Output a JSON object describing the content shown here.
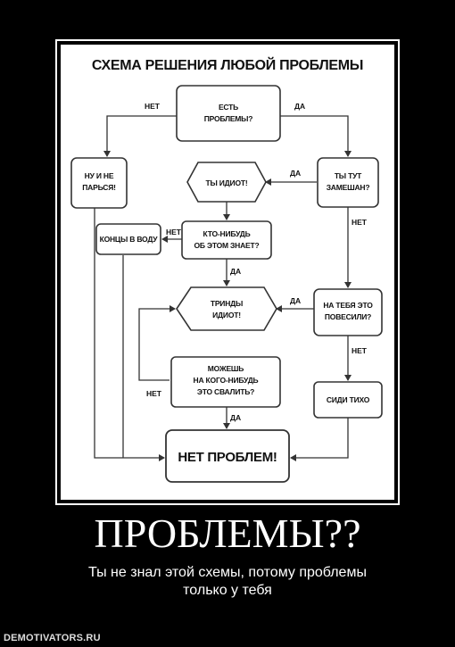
{
  "diagram": {
    "title": "СХЕМА РЕШЕНИЯ ЛЮБОЙ ПРОБЛЕМЫ",
    "nodes": {
      "any_problems": [
        "ЕСТЬ",
        "ПРОБЛЕМЫ?"
      ],
      "dont_worry": [
        "НУ И НЕ",
        "ПАРЬСЯ!"
      ],
      "are_you_idiot": [
        "ТЫ ИДИОТ!"
      ],
      "involved": [
        "ТЫ ТУТ",
        "ЗАМЕШАН?"
      ],
      "hide_ends": [
        "КОНЦЫ В ВОДУ"
      ],
      "anyone_knows": [
        "КТО-НИБУДЬ",
        "ОБ ЭТОМ ЗНАЕТ?"
      ],
      "blamed": [
        "НА ТЕБЯ ЭТО",
        "ПОВЕСИЛИ?"
      ],
      "dead_idiot": [
        "ТРИНДЫ",
        "ИДИОТ!"
      ],
      "blame_someone": [
        "МОЖЕШЬ",
        "НА КОГО-НИБУДЬ",
        "ЭТО СВАЛИТЬ?"
      ],
      "sit_quiet": [
        "СИДИ ТИХО"
      ],
      "no_problems": [
        "НЕТ ПРОБЛЕМ!"
      ]
    },
    "labels": {
      "no": "НЕТ",
      "yes": "ДА"
    }
  },
  "headline": "ПРОБЛЕМЫ??",
  "caption": "Ты не знал этой схемы, потому проблемы\nтолько у тебя",
  "watermark": "DEMOTIVATORS.RU"
}
